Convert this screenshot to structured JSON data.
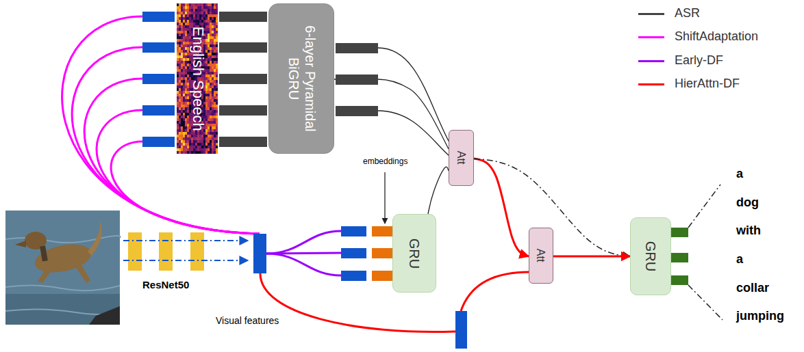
{
  "diagram": {
    "nodes": [
      {
        "text": [
          "English Speech"
        ]
      },
      {
        "text": [
          "6-layer Pyramidal BiGRU"
        ]
      },
      {
        "text": [
          "GRU"
        ]
      },
      {
        "text": [
          "Att"
        ]
      },
      {
        "text": [
          "Att"
        ]
      },
      {
        "text": [
          "GRU"
        ]
      }
    ],
    "edges": [
      {
        "from": 1,
        "to": 3,
        "arrow": "none"
      },
      {
        "from": 2,
        "to": 3,
        "arrow": "none"
      },
      {
        "from": 3,
        "to": 4,
        "arrow": "to"
      },
      {
        "from": 3,
        "to": 5,
        "arrow": "to"
      },
      {
        "from": 4,
        "to": 5,
        "arrow": "to"
      }
    ],
    "labels": [
      "embeddings",
      "ResNet50",
      "Visual features",
      "a",
      "dog",
      "with",
      "a",
      "collar",
      "jumping"
    ],
    "legend": [
      {
        "text": "ASR",
        "color": "#434343"
      },
      {
        "text": "ShiftAdaptation",
        "color": "#ff00ff"
      },
      {
        "text": "Early-DF",
        "color": "#9900ff"
      },
      {
        "text": "HierAttn-DF",
        "color": "#ff0000"
      }
    ]
  }
}
